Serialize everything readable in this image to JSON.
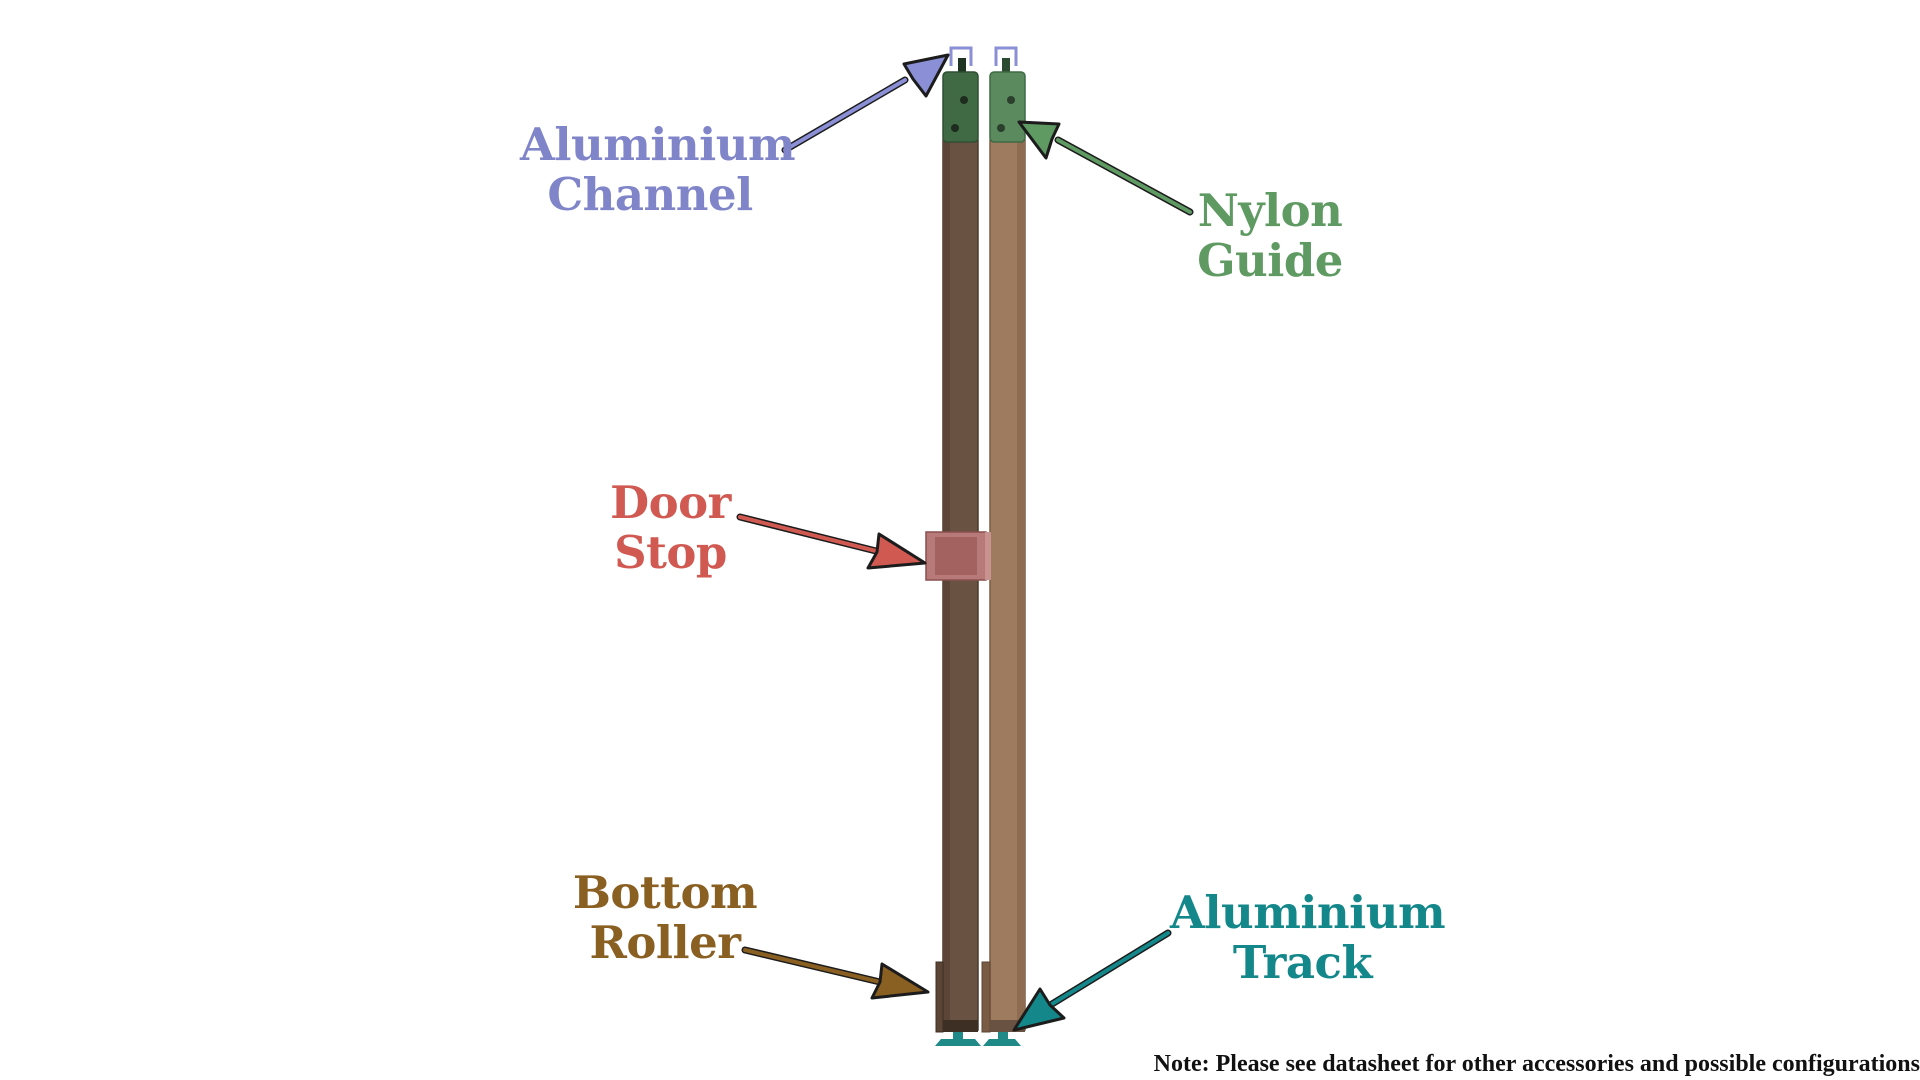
{
  "labels": {
    "aluminium_channel": {
      "line1": "Aluminium",
      "line2": "Channel",
      "color": "#8085c9"
    },
    "nylon_guide": {
      "line1": "Nylon",
      "line2": "Guide",
      "color": "#5e9a62"
    },
    "door_stop": {
      "line1": "Door",
      "line2": "Stop",
      "color": "#d05a52"
    },
    "bottom_roller": {
      "line1": "Bottom",
      "line2": "Roller",
      "color": "#8a5f22"
    },
    "aluminium_track": {
      "line1": "Aluminium",
      "line2": "Track",
      "color": "#13878a"
    }
  },
  "note": "Note: Please see datasheet for other accessories and possible configurations",
  "colors": {
    "door_left": "#6a5242",
    "door_right": "#9e7a5e",
    "nylon_guide_block": "#3f6a44",
    "aluminium_channel_outline": "#8a8fd6",
    "door_stop_block": "#b77a78",
    "track": "#1f8a87"
  }
}
